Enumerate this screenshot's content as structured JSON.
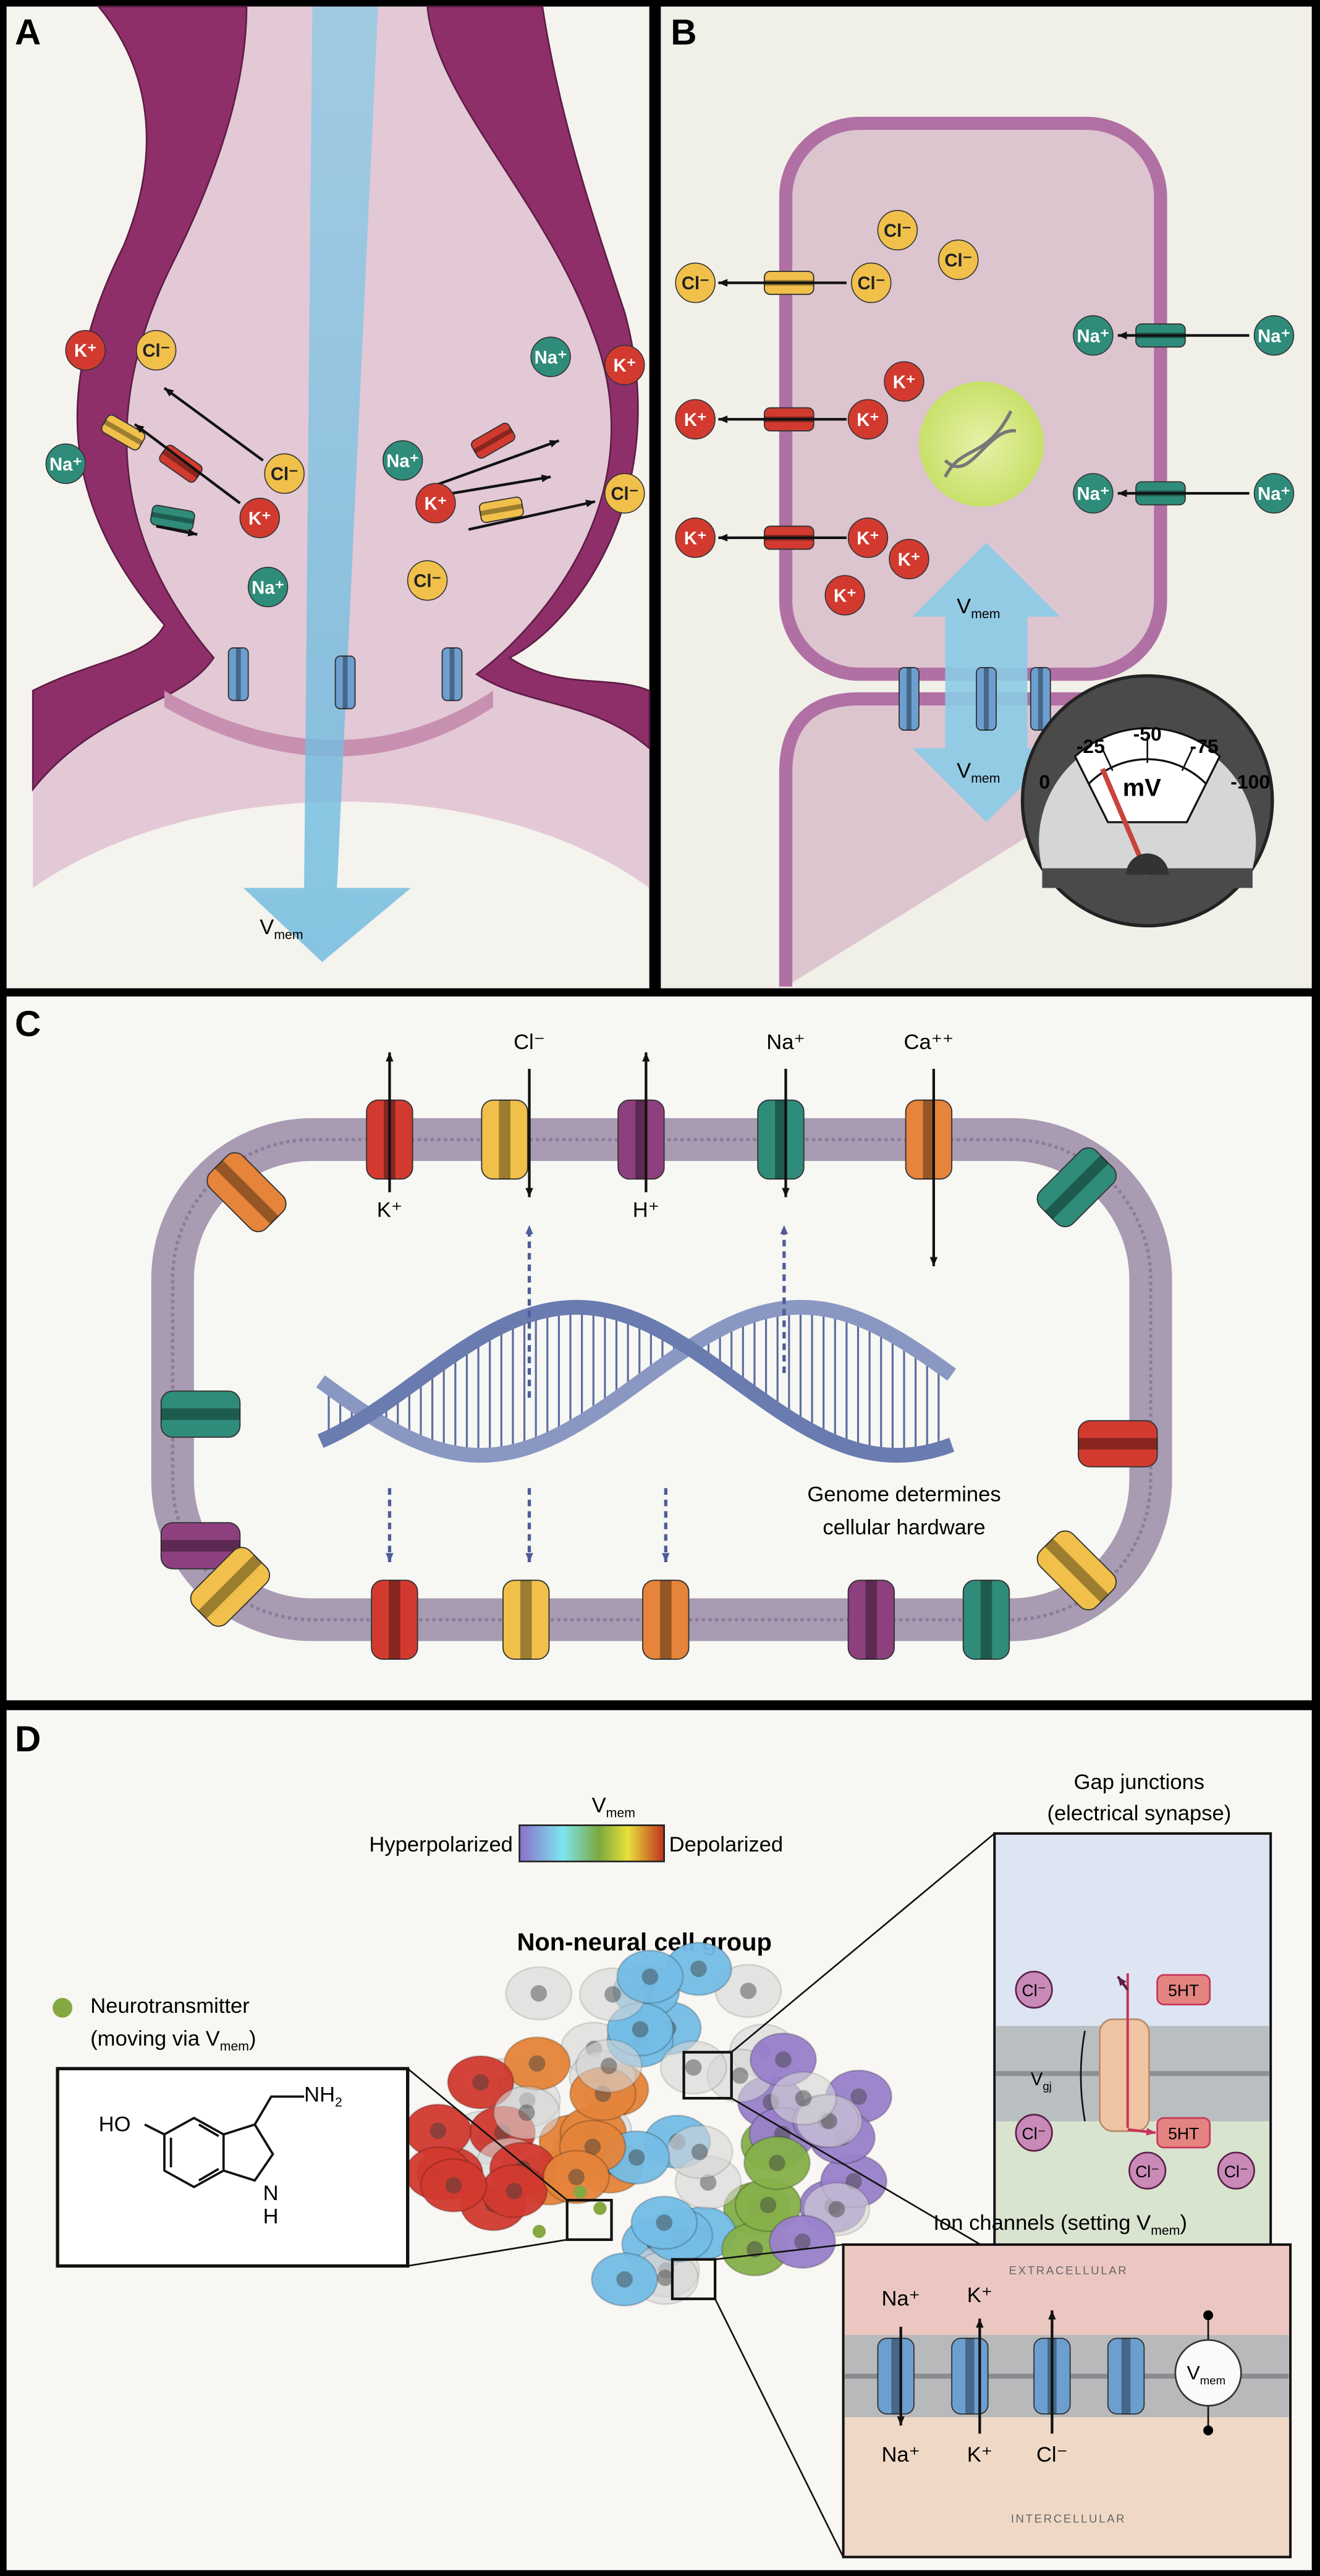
{
  "panels": {
    "a": "A",
    "b": "B",
    "c": "C",
    "d": "D"
  },
  "ions": {
    "k": "K⁺",
    "cl": "Cl⁻",
    "na": "Na⁺",
    "h": "H⁺",
    "ca": "Ca⁺⁺"
  },
  "colors": {
    "k": "#d23a30",
    "cl": "#f0c04a",
    "na": "#2f8c7a",
    "h": "#8e3f7e",
    "ca": "#e5843a",
    "membrane": "#8f2f6a",
    "vmem_arrow": "#7cc3e0"
  },
  "vmem": {
    "v": "V",
    "sub": "mem"
  },
  "panel_b": {
    "gauge": {
      "ticks": [
        "0",
        "-25",
        "-50",
        "-75",
        "-100"
      ],
      "unit": "mV",
      "needle_value": -27
    }
  },
  "panel_c": {
    "top_labels": [
      "K⁺",
      "Cl⁻",
      "H⁺",
      "Na⁺",
      "Ca⁺⁺"
    ],
    "genome_line1": "Genome determines",
    "genome_line2": "cellular hardware"
  },
  "panel_d": {
    "colorbar": {
      "left": "Hyperpolarized",
      "right": "Depolarized",
      "colors": [
        "#8a6fc8",
        "#7de6f0",
        "#7aa83e",
        "#e8e03a",
        "#c0301e"
      ]
    },
    "cluster_title": "Non-neural cell group",
    "neurotransmitter_line1": "Neurotransmitter",
    "neurotransmitter_line2": "(moving via V",
    "neurotransmitter_sub": "mem",
    "neurotransmitter_close": ")",
    "molecule": {
      "ho": "HO",
      "nh2": "NH",
      "nh2_sub": "2",
      "n": "N",
      "h": "H"
    },
    "gap": {
      "title1": "Gap junctions",
      "title2": "(electrical synapse)",
      "cl": "Cl⁻",
      "ht": "5HT",
      "vgj": "V",
      "vgj_sub": "gj"
    },
    "ion_channels": {
      "title": "Ion channels (setting V",
      "title_sub": "mem",
      "title_close": ")",
      "extracellular": "EXTRACELLULAR",
      "intercellular": "INTERCELLULAR"
    }
  }
}
